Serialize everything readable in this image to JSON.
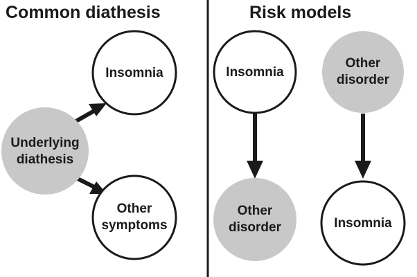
{
  "panels": {
    "left": {
      "title": "Common diathesis",
      "nodes": {
        "underlying": {
          "line1": "Underlying",
          "line2": "diathesis",
          "fill": "#c8c8c8"
        },
        "insomnia": {
          "line1": "Insomnia",
          "fill": "#ffffff"
        },
        "other_symptoms": {
          "line1": "Other",
          "line2": "symptoms",
          "fill": "#ffffff"
        }
      }
    },
    "right": {
      "title": "Risk models",
      "model_a": {
        "top": {
          "line1": "Insomnia",
          "fill": "#ffffff"
        },
        "bottom": {
          "line1": "Other",
          "line2": "disorder",
          "fill": "#c8c8c8"
        }
      },
      "model_b": {
        "top": {
          "line1": "Other",
          "line2": "disorder",
          "fill": "#c8c8c8"
        },
        "bottom": {
          "line1": "Insomnia",
          "fill": "#ffffff"
        }
      }
    }
  },
  "colors": {
    "ink": "#1a1a1a",
    "gray_node": "#c8c8c8",
    "white_node": "#ffffff"
  }
}
